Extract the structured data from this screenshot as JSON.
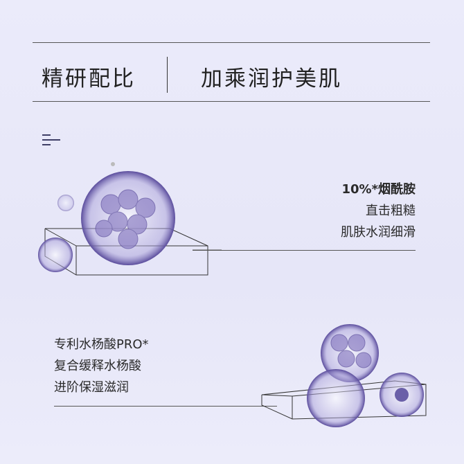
{
  "header": {
    "left_title": "精研配比",
    "right_title": "加乘润护美肌"
  },
  "feature1": {
    "lines": [
      "10%*烟酰胺",
      "直击粗糙",
      "肌肤水润细滑"
    ]
  },
  "feature2": {
    "lines": [
      "专利水杨酸PRO*",
      "复合缓释水杨酸",
      "进阶保湿滋润"
    ]
  },
  "colors": {
    "accent": "#6a5fa8",
    "background": "#e8e8f8"
  }
}
